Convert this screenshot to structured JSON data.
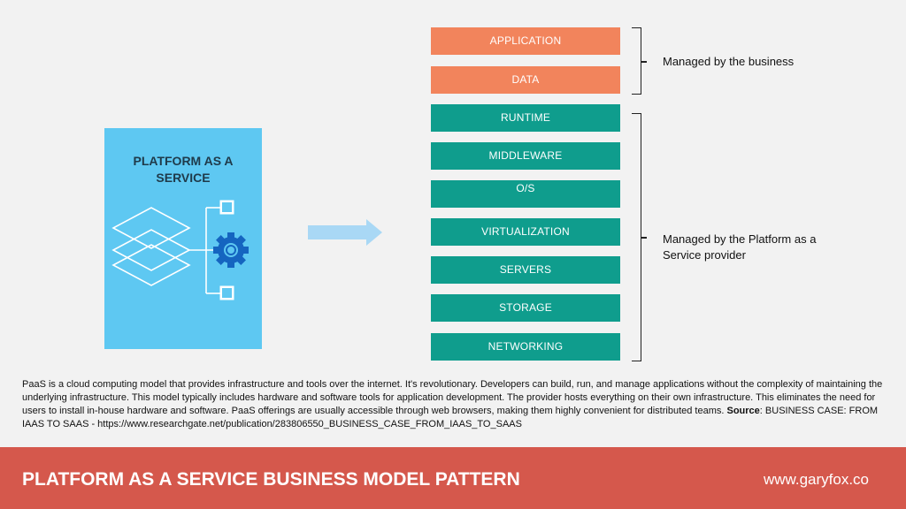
{
  "card": {
    "title": "PLATFORM AS A\nSERVICE"
  },
  "stack": {
    "business_layers": [
      "APPLICATION",
      "DATA"
    ],
    "provider_layers": [
      "RUNTIME",
      "MIDDLEWARE",
      "O/S",
      "VIRTUALIZATION",
      "SERVERS",
      "STORAGE",
      "NETWORKING"
    ]
  },
  "labels": {
    "business": "Managed by the business",
    "provider": "Managed by the Platform as a Service provider"
  },
  "description": {
    "text": "PaaS is a cloud computing model that provides infrastructure and tools over the internet. It's revolutionary. Developers can build, run, and manage applications without the complexity of maintaining the underlying infrastructure. This model typically includes hardware and software tools for application development. The provider hosts everything on their own infrastructure. This eliminates the need for users to install in-house hardware and software. PaaS offerings are usually accessible through web browsers, making them highly convenient for distributed teams.",
    "source_label": "Source",
    "source_text": ": BUSINESS CASE: FROM IAAS TO SAAS - https://www.researchgate.net/publication/283806550_BUSINESS_CASE_FROM_IAAS_TO_SAAS"
  },
  "footer": {
    "title": "PLATFORM AS A SERVICE BUSINESS MODEL PATTERN",
    "url": "www.garyfox.co"
  },
  "colors": {
    "background": "#f2f2f2",
    "card": "#5ec8f2",
    "business_layer": "#f2845c",
    "provider_layer": "#0f9d8d",
    "footer": "#d5584c",
    "gear": "#1565c0",
    "arrow": "#a9d8f5"
  }
}
